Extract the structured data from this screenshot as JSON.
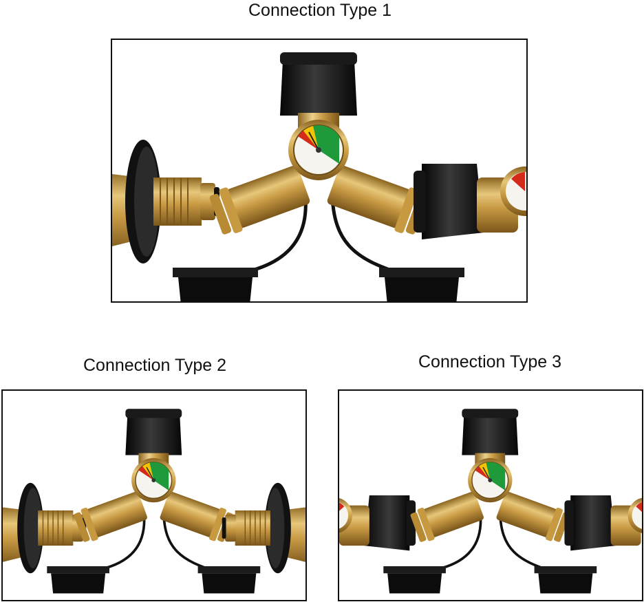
{
  "panels": [
    {
      "title": "Connection Type 1"
    },
    {
      "title": "Connection Type 2"
    },
    {
      "title": "Connection Type 3"
    }
  ],
  "colors": {
    "brass": "#c9a04e",
    "brass_dark": "#9a7429",
    "cap": "#151515",
    "gauge_green": "#1f9a3a",
    "gauge_yellow": "#f2c300",
    "gauge_red": "#d42a1a"
  },
  "icons": [
    "propane-y-splitter",
    "gauge-icon",
    "pol-handwheel-icon",
    "qcc1-nut-icon",
    "dust-cap-icon"
  ]
}
